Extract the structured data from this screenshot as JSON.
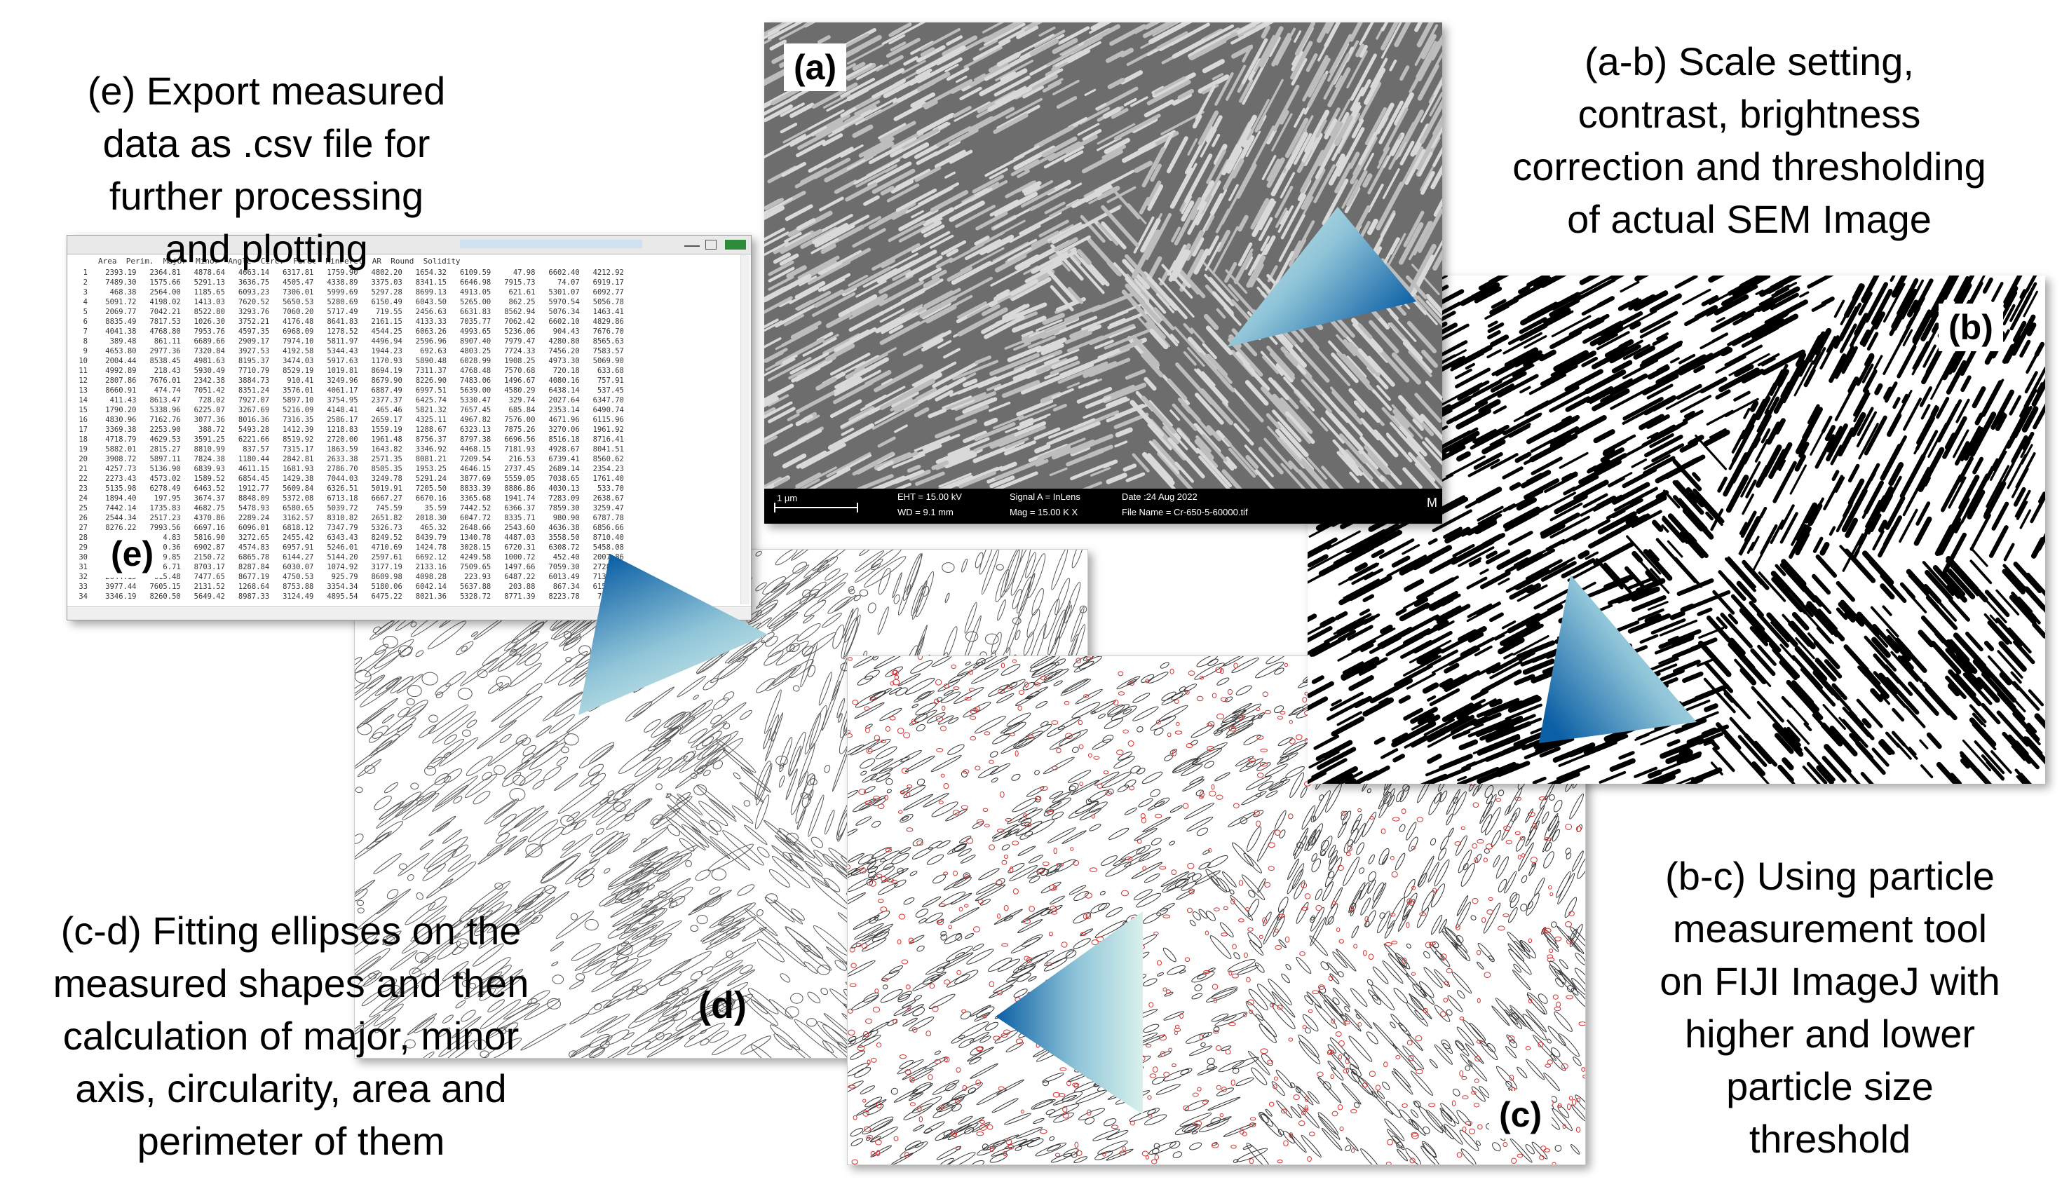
{
  "captions": {
    "e": [
      "(e) Export measured",
      "data as .csv file for",
      "further processing",
      "and plotting"
    ],
    "ab": [
      "(a-b) Scale setting,",
      "contrast, brightness",
      "correction and thresholding",
      "of actual SEM Image"
    ],
    "bc": [
      "(b-c) Using particle",
      "measurement tool",
      "on FIJI ImageJ with",
      "higher and lower",
      "particle size",
      "threshold"
    ],
    "cd": [
      "(c-d) Fitting ellipses on the",
      "measured shapes and then",
      "calculation of major, minor",
      "axis, circularity, area and",
      "perimeter of them"
    ]
  },
  "panels": {
    "a": {
      "label": "(a)"
    },
    "b": {
      "label": "(b)"
    },
    "c": {
      "label": "(c)"
    },
    "d": {
      "label": "(d)"
    },
    "e": {
      "label": "(e)"
    }
  },
  "sem_footer": {
    "scale_bar": "1 µm",
    "eht": "EHT = 15.00 kV",
    "wd": "WD = 9.1 mm",
    "signal": "Signal A = InLens",
    "mag": "Mag = 15.00 K X",
    "date": "Date :24 Aug 2022",
    "file": "File Name = Cr-650-5-60000.tif",
    "logo": "M"
  },
  "csv": {
    "header": "Area  Perim.  Major  Minor  Angle  Circ.  Feret  MinFeret  AR  Round  Solidity"
  },
  "colors": {
    "arrow_dark": "#0b5fa5",
    "arrow_light": "#d8f1ec",
    "particle_outline": "#d23030"
  }
}
